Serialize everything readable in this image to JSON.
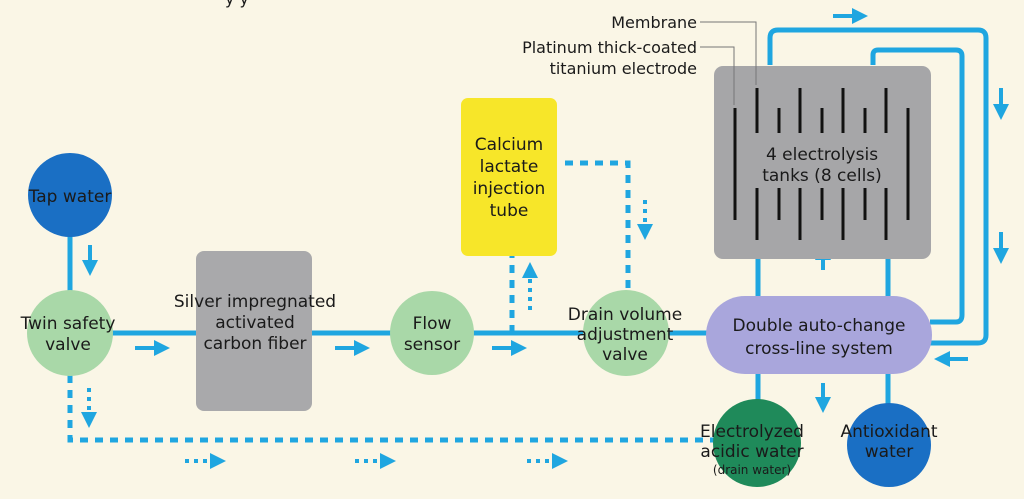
{
  "diagram": {
    "title_fragment": "y y",
    "colors": {
      "background": "#faf6e6",
      "pipe": "#1fa6e0",
      "tap_water": "#1a6fc4",
      "valve_green": "#a9d8a8",
      "filter_gray": "#a9a9ab",
      "tank_gray": "#a6a6a8",
      "calcium_yellow": "#f7e629",
      "crossline_purple": "#a9a6dc",
      "acidic_green": "#1f8a5a",
      "antioxidant_blue": "#1a6fc4"
    },
    "nodes": {
      "tap_water": {
        "label": "Tap water"
      },
      "twin_safety_valve": {
        "line1": "Twin safety",
        "line2": "valve"
      },
      "carbon_filter": {
        "line1": "Silver impregnated",
        "line2": "activated",
        "line3": "carbon fiber"
      },
      "flow_sensor": {
        "line1": "Flow",
        "line2": "sensor"
      },
      "calcium_tube": {
        "line1": "Calcium",
        "line2": "lactate",
        "line3": "injection",
        "line4": "tube"
      },
      "drain_valve": {
        "line1": "Drain volume",
        "line2": "adjustment",
        "line3": "valve"
      },
      "electrolysis_tanks": {
        "line1": "4 electrolysis",
        "line2": "tanks (8 cells)"
      },
      "crossline_system": {
        "line1": "Double auto-change",
        "line2": "cross-line system"
      },
      "acidic_water": {
        "line1": "Electrolyzed",
        "line2": "acidic water",
        "line3": "(drain water)"
      },
      "antioxidant_water": {
        "line1": "Antioxidant",
        "line2": "water"
      }
    },
    "callouts": {
      "membrane": "Membrane",
      "electrode_line1": "Platinum thick-coated",
      "electrode_line2": "titanium electrode"
    }
  }
}
